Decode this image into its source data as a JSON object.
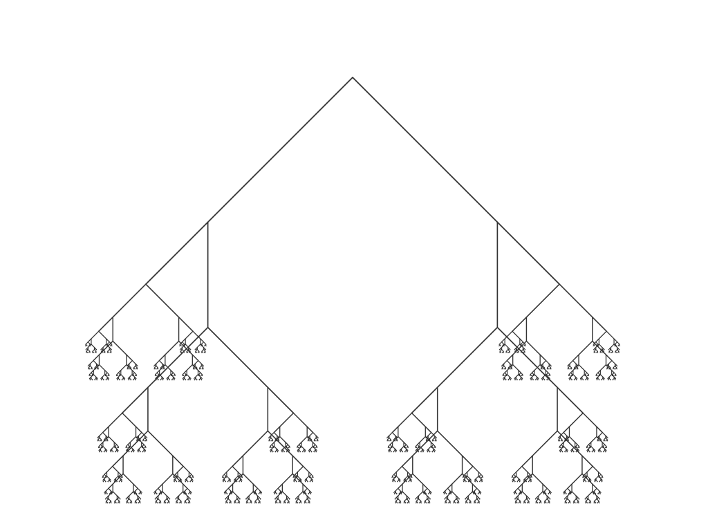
{
  "figure": {
    "kind": "fractal-tree",
    "stroke_color": "#333333",
    "background_color": "#ffffff",
    "branch_angle_degrees": 45,
    "child_scale": 0.414,
    "recursion_depth": 10
  }
}
